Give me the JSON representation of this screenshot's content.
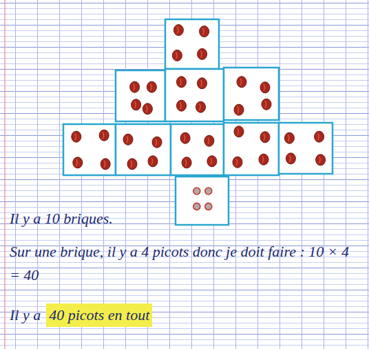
{
  "diagram": {
    "labels": [
      "Il y a 10 briques.",
      "Sur une brique, il y a 4 picots donc je doit faire : 10 × 4 = 40",
      "Il y a",
      "40 picots en tout"
    ]
  }
}
